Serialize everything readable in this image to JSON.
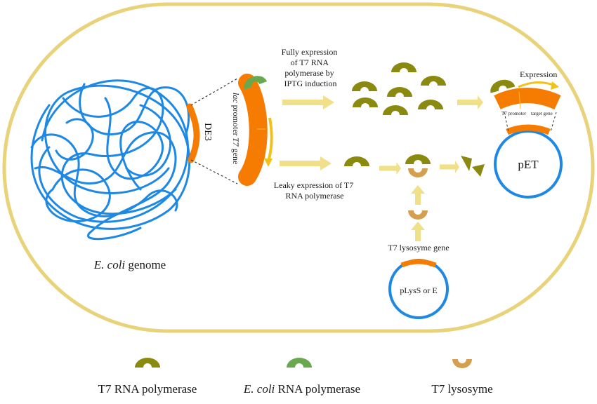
{
  "colors": {
    "cell_outline": "#e8d27a",
    "dna_blue": "#1e88e5",
    "de3_orange": "#f57c00",
    "t7_pol": "#8a8a10",
    "ecoli_pol": "#6aa84f",
    "lysozyme": "#d4a050",
    "arrow_yellow": "#f0e08a",
    "plasmid_blue": "#1e88e5"
  },
  "genome": {
    "label_italic": "E. coli",
    "label_rest": " genome"
  },
  "de3": {
    "label": "DE3",
    "lac_italic": "lac",
    "lac_rest": " promoter",
    "t7_italic": "T7",
    "t7_rest": " gene"
  },
  "full_expression": {
    "line1": "Fully expression",
    "line2": "of T7 RNA",
    "line3": "polymerase by",
    "line4": "IPTG induction"
  },
  "leaky_expression": {
    "line1": "Leaky expression of T7",
    "line2": "RNA polymerase"
  },
  "pet": {
    "label": "pET",
    "expression_label": "Expression",
    "t7_promoter": "T7 promoter",
    "target_gene": "target gene"
  },
  "plyss": {
    "label": "pLysS or E",
    "gene_label": "T7 lysosyme gene"
  },
  "legend": {
    "t7_pol": "T7 RNA polymerase",
    "ecoli_italic": "E. coli",
    "ecoli_rest": " RNA polymerase",
    "lysozyme": "T7 lysosyme"
  }
}
